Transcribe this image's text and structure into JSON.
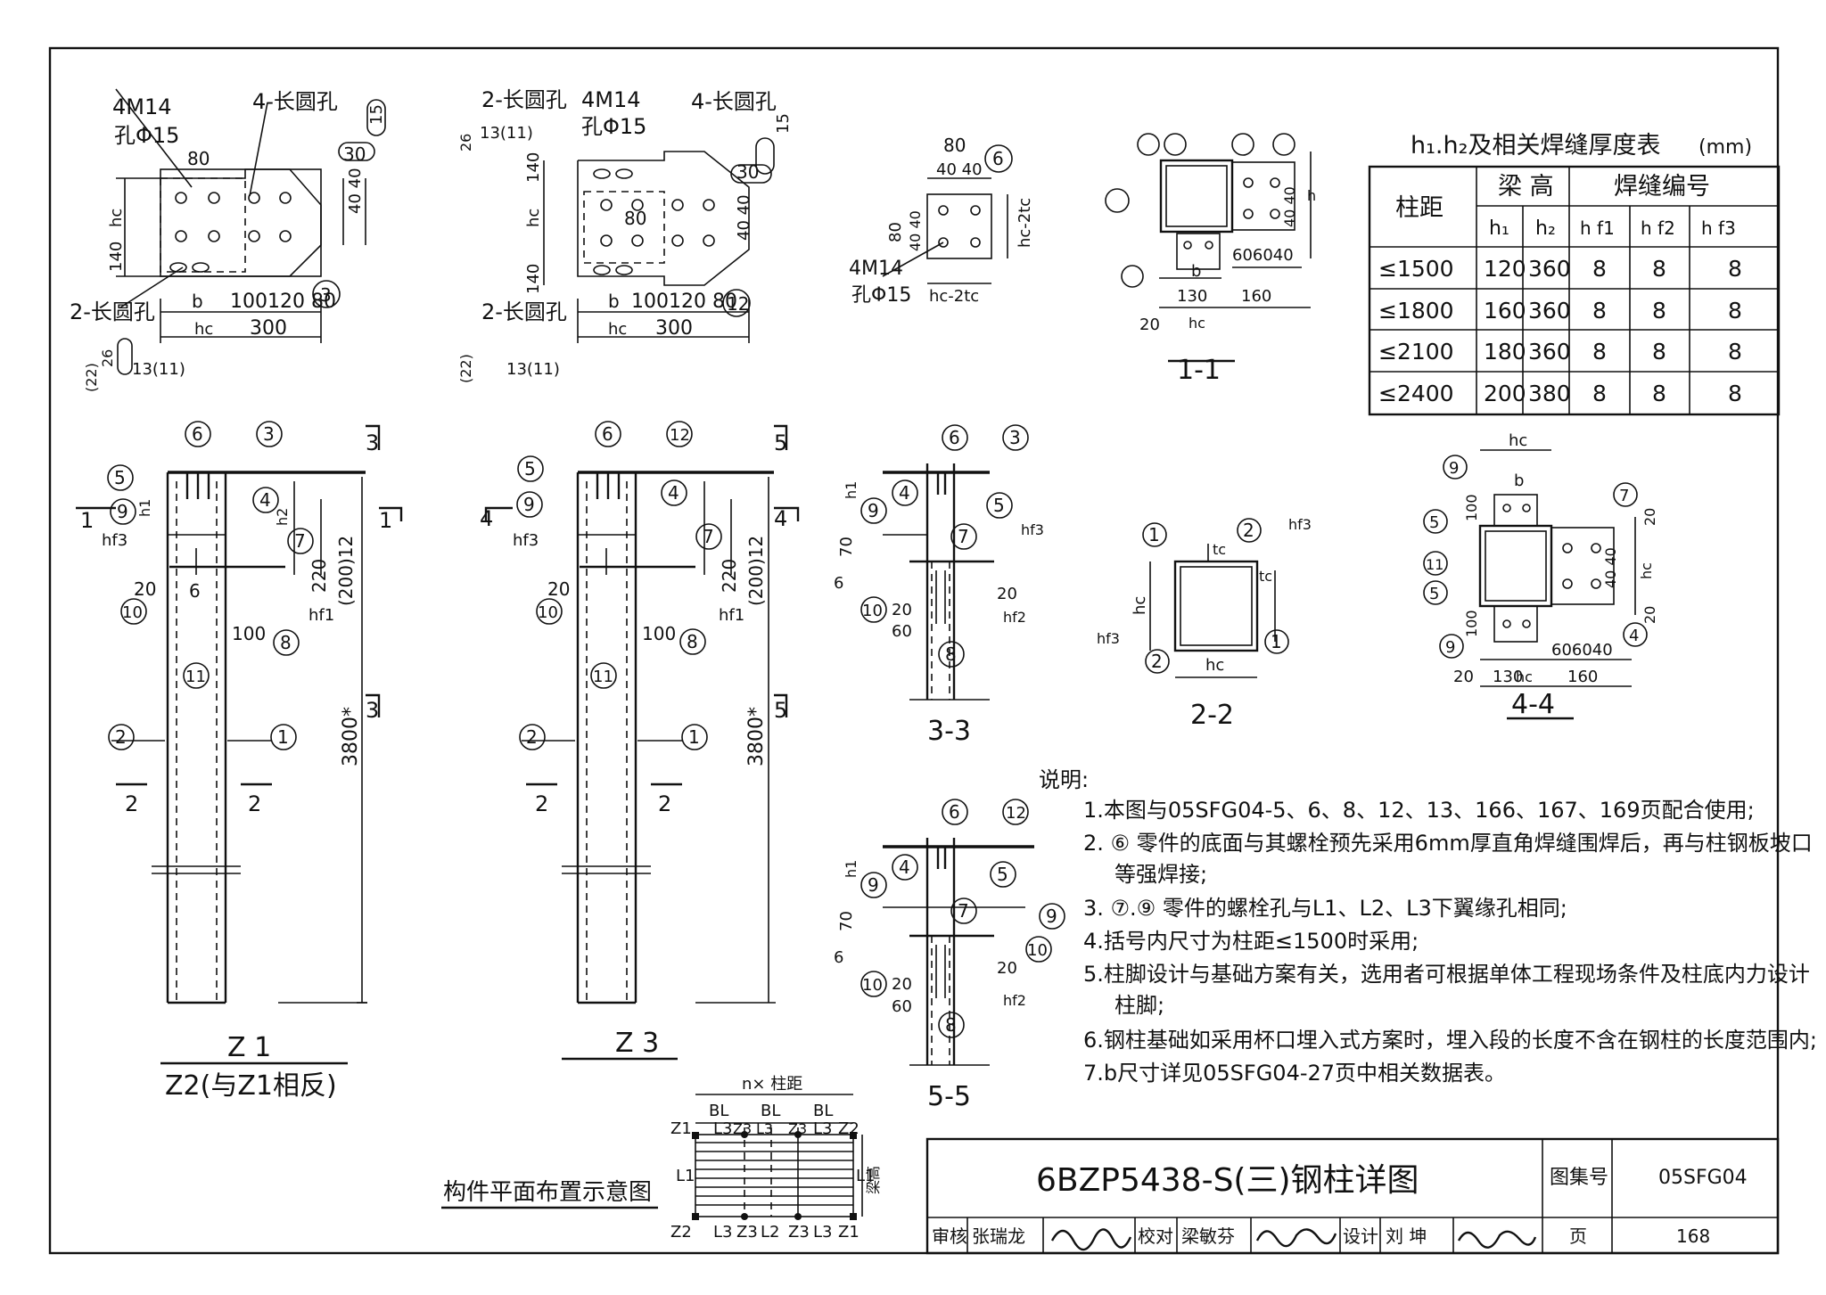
{
  "table": {
    "title": "h₁.h₂及相关焊缝厚度表",
    "unit": "(mm)",
    "col_spacing": "柱距",
    "col_beam_height": "梁 高",
    "col_weld_no": "焊缝编号",
    "sub_h1": "h₁",
    "sub_h2": "h₂",
    "sub_hf1": "h f1",
    "sub_hf2": "h f2",
    "sub_hf3": "h f3",
    "rows": [
      {
        "spacing": "≤1500",
        "h1": "120",
        "h2": "360",
        "hf1": "8",
        "hf2": "8",
        "hf3": "8"
      },
      {
        "spacing": "≤1800",
        "h1": "160",
        "h2": "360",
        "hf1": "8",
        "hf2": "8",
        "hf3": "8"
      },
      {
        "spacing": "≤2100",
        "h1": "180",
        "h2": "360",
        "hf1": "8",
        "hf2": "8",
        "hf3": "8"
      },
      {
        "spacing": "≤2400",
        "h1": "200",
        "h2": "380",
        "hf1": "8",
        "hf2": "8",
        "hf3": "8"
      }
    ]
  },
  "views": {
    "z1_title": "Z 1",
    "z1_subtitle": "Z2(与Z1相反)",
    "z3_title": "Z 3",
    "sec_1": "1-1",
    "sec_2": "2-2",
    "sec_3": "3-3",
    "sec_4": "4-4",
    "sec_5": "5-5",
    "layout_title": "构件平面布置示意图",
    "length": "3800*",
    "dim_200_12": "(200)12",
    "dim_220": "220",
    "dim_100": "100",
    "dim_20": "20",
    "dim_60": "60",
    "dim_70": "70",
    "dim_6": "6"
  },
  "plates": {
    "bolts": "4M14",
    "hole": "孔Φ15",
    "slot4": "4-长圆孔",
    "slot2": "2-长圆孔",
    "dims": "100120 80",
    "d300": "300",
    "d80": "80",
    "d4040": "40 40",
    "d30": "30",
    "d15": "15",
    "d26": "26",
    "d22": "(22)",
    "d13": "13(11)",
    "d140": "140",
    "hc": "hc",
    "b": "b",
    "hc2tc": "hc-2tc",
    "tc": "tc",
    "hf3": "hf3",
    "hf1": "hf1",
    "hf2": "hf2",
    "h1": "h1",
    "h2": "h2",
    "d606040": "606040",
    "d130": "130",
    "d160": "160",
    "d20": "20",
    "d100": "100",
    "d60": "60",
    "d40": "40"
  },
  "notes": {
    "heading": "说明:",
    "items": [
      "1.本图与05SFG04-5、6、8、12、13、166、167、169页配合使用;",
      "2. ⑥ 零件的底面与其螺栓预先采用6mm厚直角焊缝围焊后，再与柱钢板坡口",
      "等强焊接;",
      "3. ⑦.⑨ 零件的螺栓孔与L1、L2、L3下翼缘孔相同;",
      "4.括号内尺寸为柱距≤1500时采用;",
      "5.柱脚设计与基础方案有关，选用者可根据单体工程现场条件及柱底内力设计",
      "柱脚;",
      "6.钢柱基础如采用杯口埋入式方案时，埋入段的长度不含在钢柱的长度范围内;",
      "7.b尺寸详见05SFG04-27页中相关数据表。"
    ]
  },
  "layout": {
    "span": "n× 柱距",
    "bl": "BL",
    "l1": "L1",
    "l2": "L2",
    "l3": "L3",
    "z1": "Z1",
    "z2": "Z2",
    "z3": "Z3",
    "beam_h": "梁高"
  },
  "title_block": {
    "title": "6BZP5438-S(三)钢柱详图",
    "atlas_label": "图集号",
    "atlas_no": "05SFG04",
    "review": "审核",
    "reviewer": "张瑞龙",
    "check": "校对",
    "checker": "梁敏芬",
    "design": "设计",
    "designer": "刘 坤",
    "page_label": "页",
    "page_no": "168"
  }
}
